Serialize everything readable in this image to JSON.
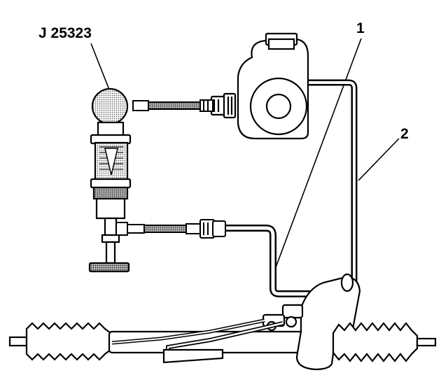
{
  "labels": {
    "tool": "J 25323",
    "callout_1": "1",
    "callout_2": "2"
  },
  "colors": {
    "ink": "#000000",
    "paper": "#ffffff",
    "shade": "#9a9a9a"
  }
}
